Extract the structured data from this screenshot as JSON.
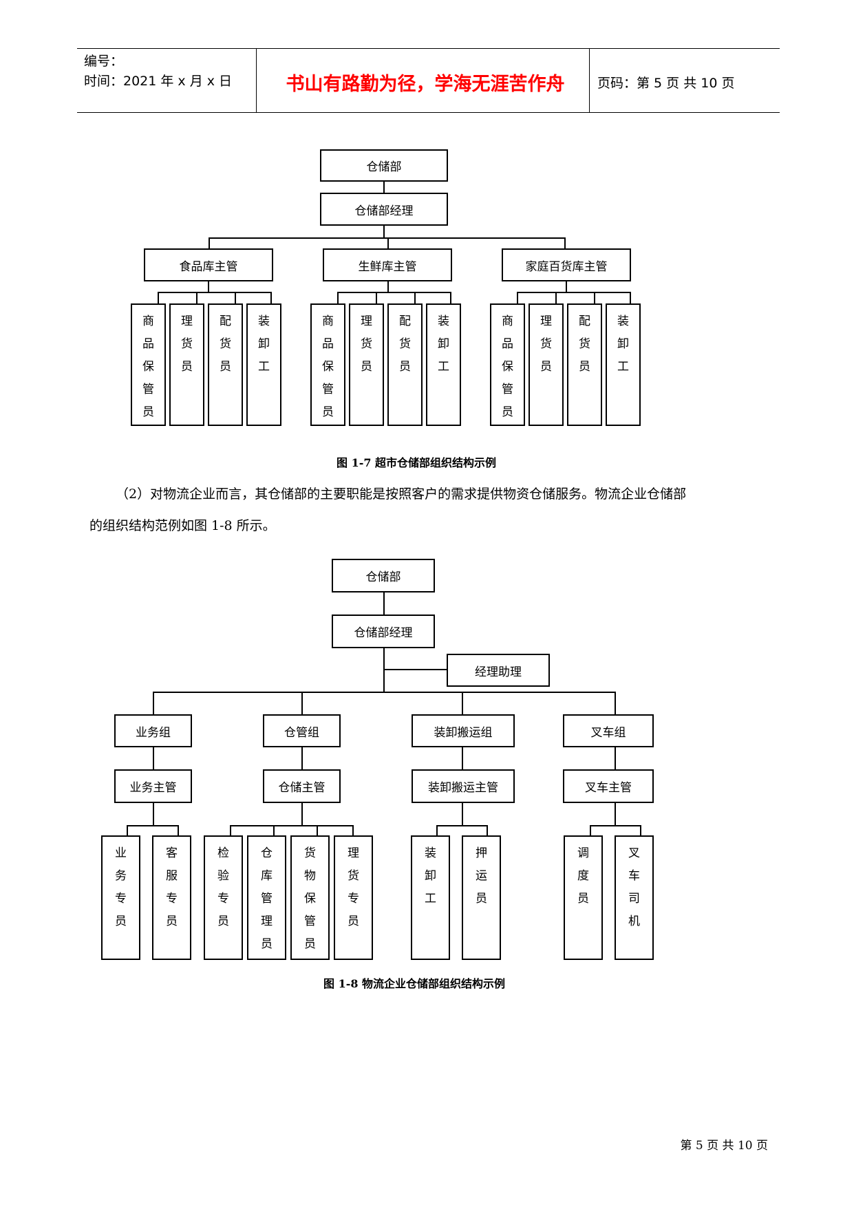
{
  "header": {
    "number_label": "编号：",
    "time_label": "时间：2021 年 x 月 x 日",
    "slogan": "书山有路勤为径，学海无涯苦作舟",
    "page_code": "页码：第 5 页  共 10 页",
    "slogan_color": "#ff0000"
  },
  "chart1": {
    "root": "仓储部",
    "manager": "仓储部经理",
    "supervisors": [
      "食品库主管",
      "生鲜库主管",
      "家庭百货库主管"
    ],
    "staff": [
      "商品保管员",
      "理货员",
      "配货员",
      "装卸工"
    ],
    "caption": "图 1-7    超市仓储部组织结构示例"
  },
  "paragraph": {
    "line1": "（2）对物流企业而言，其仓储部的主要职能是按照客户的需求提供物资仓储服务。物流企业仓储部",
    "line2": "的组织结构范例如图 1-8 所示。"
  },
  "chart2": {
    "root": "仓储部",
    "manager": "仓储部经理",
    "assistant": "经理助理",
    "groups": [
      "业务组",
      "仓管组",
      "装卸搬运组",
      "叉车组"
    ],
    "supervisors": [
      "业务主管",
      "仓储主管",
      "装卸搬运主管",
      "叉车主管"
    ],
    "staff": [
      [
        "业务专员",
        "客服专员"
      ],
      [
        "检验专员",
        "仓库管理员",
        "货物保管员",
        "理货专员"
      ],
      [
        "装卸工",
        "押运员"
      ],
      [
        "调度员",
        "叉车司机"
      ]
    ],
    "caption": "图 1-8    物流企业仓储部组织结构示例"
  },
  "footer": "第 5 页 共 10 页"
}
